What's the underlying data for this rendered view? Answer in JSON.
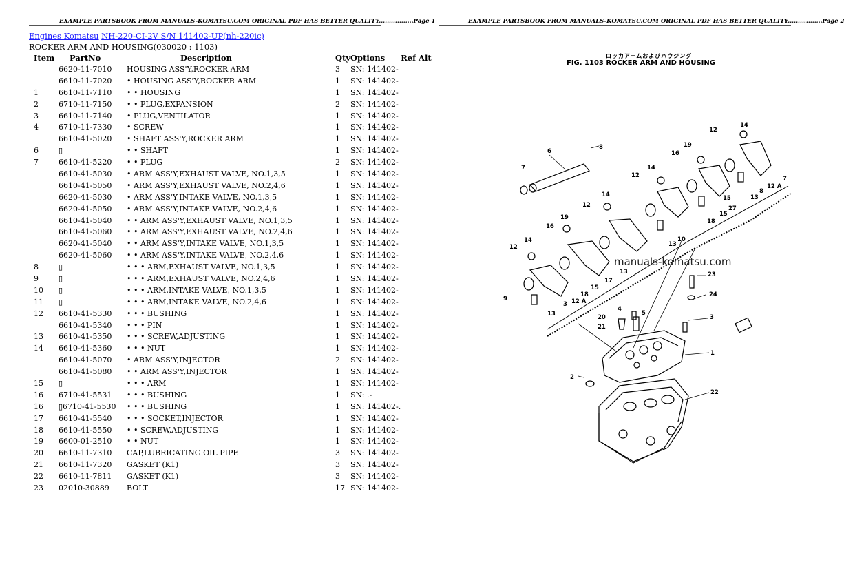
{
  "header": {
    "left": "EXAMPLE PARTSBOOK FROM MANUALS-KOMATSU.COM ORIGINAL PDF HAS BETTER QUALITY.................Page 1",
    "right": "EXAMPLE PARTSBOOK FROM MANUALS-KOMATSU.COM ORIGINAL PDF HAS BETTER QUALITY.................Page 2"
  },
  "breadcrumb": {
    "link1": "Engines Komatsu",
    "link2": "NH-220-CI-2V S/N 141402-UP(nh-220ic)"
  },
  "subtitle": "ROCKER ARM AND HOUSING(030020 : 1103)",
  "table": {
    "headers": {
      "item": "Item",
      "partno": "PartNo",
      "desc": "Description",
      "qty": "Qty",
      "options": "Options",
      "refalt": "Ref Alt"
    },
    "rows": [
      {
        "item": "",
        "partno": "6620-11-7010",
        "desc": "HOUSING ASS'Y,ROCKER ARM",
        "qty": "3",
        "opt": "SN: 141402-"
      },
      {
        "item": "",
        "partno": "6610-11-7020",
        "desc": "• HOUSING ASS'Y,ROCKER ARM",
        "qty": "1",
        "opt": "SN: 141402-"
      },
      {
        "item": "1",
        "partno": "6610-11-7110",
        "desc": "• • HOUSING",
        "qty": "1",
        "opt": "SN: 141402-"
      },
      {
        "item": "2",
        "partno": "6710-11-7150",
        "desc": "• • PLUG,EXPANSION",
        "qty": "2",
        "opt": "SN: 141402-"
      },
      {
        "item": "3",
        "partno": "6610-11-7140",
        "desc": "• PLUG,VENTILATOR",
        "qty": "1",
        "opt": "SN: 141402-"
      },
      {
        "item": "4",
        "partno": "6710-11-7330",
        "desc": "• SCREW",
        "qty": "1",
        "opt": "SN: 141402-"
      },
      {
        "item": "",
        "partno": "6610-41-5020",
        "desc": "• SHAFT ASS'Y,ROCKER ARM",
        "qty": "1",
        "opt": "SN: 141402-"
      },
      {
        "item": "6",
        "partno": "▯",
        "desc": "• • SHAFT",
        "qty": "1",
        "opt": "SN: 141402-"
      },
      {
        "item": "7",
        "partno": "6610-41-5220",
        "desc": "• • PLUG",
        "qty": "2",
        "opt": "SN: 141402-"
      },
      {
        "item": "",
        "partno": "6610-41-5030",
        "desc": "• ARM ASS'Y,EXHAUST VALVE, NO.1,3,5",
        "qty": "1",
        "opt": "SN: 141402-"
      },
      {
        "item": "",
        "partno": "6610-41-5050",
        "desc": "• ARM ASS'Y,EXHAUST VALVE, NO.2,4,6",
        "qty": "1",
        "opt": "SN: 141402-"
      },
      {
        "item": "",
        "partno": "6620-41-5030",
        "desc": "• ARM ASS'Y,INTAKE VALVE, NO.1,3,5",
        "qty": "1",
        "opt": "SN: 141402-"
      },
      {
        "item": "",
        "partno": "6620-41-5050",
        "desc": "• ARM ASS'Y,INTAKE VALVE, NO.2,4,6",
        "qty": "1",
        "opt": "SN: 141402-"
      },
      {
        "item": "",
        "partno": "6610-41-5040",
        "desc": "• • ARM ASS'Y,EXHAUST VALVE, NO.1,3,5",
        "qty": "1",
        "opt": "SN: 141402-"
      },
      {
        "item": "",
        "partno": "6610-41-5060",
        "desc": "• • ARM ASS'Y,EXHAUST VALVE, NO.2,4,6",
        "qty": "1",
        "opt": "SN: 141402-"
      },
      {
        "item": "",
        "partno": "6620-41-5040",
        "desc": "• • ARM ASS'Y,INTAKE VALVE, NO.1,3,5",
        "qty": "1",
        "opt": "SN: 141402-"
      },
      {
        "item": "",
        "partno": "6620-41-5060",
        "desc": "• • ARM ASS'Y,INTAKE VALVE, NO.2,4,6",
        "qty": "1",
        "opt": "SN: 141402-"
      },
      {
        "item": "8",
        "partno": "▯",
        "desc": "• • • ARM,EXHAUST VALVE, NO.1,3,5",
        "qty": "1",
        "opt": "SN: 141402-"
      },
      {
        "item": "9",
        "partno": "▯",
        "desc": "• • • ARM,EXHAUST VALVE, NO.2,4,6",
        "qty": "1",
        "opt": "SN: 141402-"
      },
      {
        "item": "10",
        "partno": "▯",
        "desc": "• • • ARM,INTAKE VALVE, NO.1,3,5",
        "qty": "1",
        "opt": "SN: 141402-"
      },
      {
        "item": "11",
        "partno": "▯",
        "desc": "• • • ARM,INTAKE VALVE, NO.2,4,6",
        "qty": "1",
        "opt": "SN: 141402-"
      },
      {
        "item": "12",
        "partno": "6610-41-5330",
        "desc": "• • • BUSHING",
        "qty": "1",
        "opt": "SN: 141402-"
      },
      {
        "item": "",
        "partno": "6610-41-5340",
        "desc": "• • • PIN",
        "qty": "1",
        "opt": "SN: 141402-"
      },
      {
        "item": "13",
        "partno": "6610-41-5350",
        "desc": "• • • SCREW,ADJUSTING",
        "qty": "1",
        "opt": "SN: 141402-"
      },
      {
        "item": "14",
        "partno": "6610-41-5360",
        "desc": "• • • NUT",
        "qty": "1",
        "opt": "SN: 141402-"
      },
      {
        "item": "",
        "partno": "6610-41-5070",
        "desc": "• ARM ASS'Y,INJECTOR",
        "qty": "2",
        "opt": "SN: 141402-"
      },
      {
        "item": "",
        "partno": "6610-41-5080",
        "desc": "• • ARM ASS'Y,INJECTOR",
        "qty": "1",
        "opt": "SN: 141402-"
      },
      {
        "item": "15",
        "partno": "▯",
        "desc": "• • • ARM",
        "qty": "1",
        "opt": "SN: 141402-"
      },
      {
        "item": "16",
        "partno": "6710-41-5531",
        "desc": "• • • BUSHING",
        "qty": "1",
        "opt": "SN: .-"
      },
      {
        "item": "16",
        "partno": "▯6710-41-5530",
        "desc": "• • • BUSHING",
        "qty": "1",
        "opt": "SN: 141402-."
      },
      {
        "item": "17",
        "partno": "6610-41-5540",
        "desc": "• • • SOCKET,INJECTOR",
        "qty": "1",
        "opt": "SN: 141402-"
      },
      {
        "item": "18",
        "partno": "6610-41-5550",
        "desc": "• • SCREW,ADJUSTING",
        "qty": "1",
        "opt": "SN: 141402-"
      },
      {
        "item": "19",
        "partno": "6600-01-2510",
        "desc": "• • NUT",
        "qty": "1",
        "opt": "SN: 141402-"
      },
      {
        "item": "20",
        "partno": "6610-11-7310",
        "desc": "CAP,LUBRICATING OIL PIPE",
        "qty": "3",
        "opt": "SN: 141402-"
      },
      {
        "item": "21",
        "partno": "6610-11-7320",
        "desc": "GASKET (K1)",
        "qty": "3",
        "opt": "SN: 141402-"
      },
      {
        "item": "22",
        "partno": "6610-11-7811",
        "desc": "GASKET (K1)",
        "qty": "3",
        "opt": "SN: 141402-"
      },
      {
        "item": "23",
        "partno": "02010-30889",
        "desc": "BOLT",
        "qty": "17",
        "opt": "SN: 141402-"
      }
    ]
  },
  "figure": {
    "jp_title": "ロッカアームおよびハウジング",
    "title": "FIG. 1103  ROCKER ARM AND HOUSING",
    "watermark": "manuals-komatsu.com",
    "callouts": [
      "1",
      "2",
      "3",
      "4",
      "5",
      "6",
      "7",
      "8",
      "9",
      "10",
      "12",
      "12A",
      "13",
      "14",
      "15",
      "16",
      "17",
      "18",
      "19",
      "20",
      "21",
      "22",
      "23",
      "24",
      "27"
    ]
  }
}
